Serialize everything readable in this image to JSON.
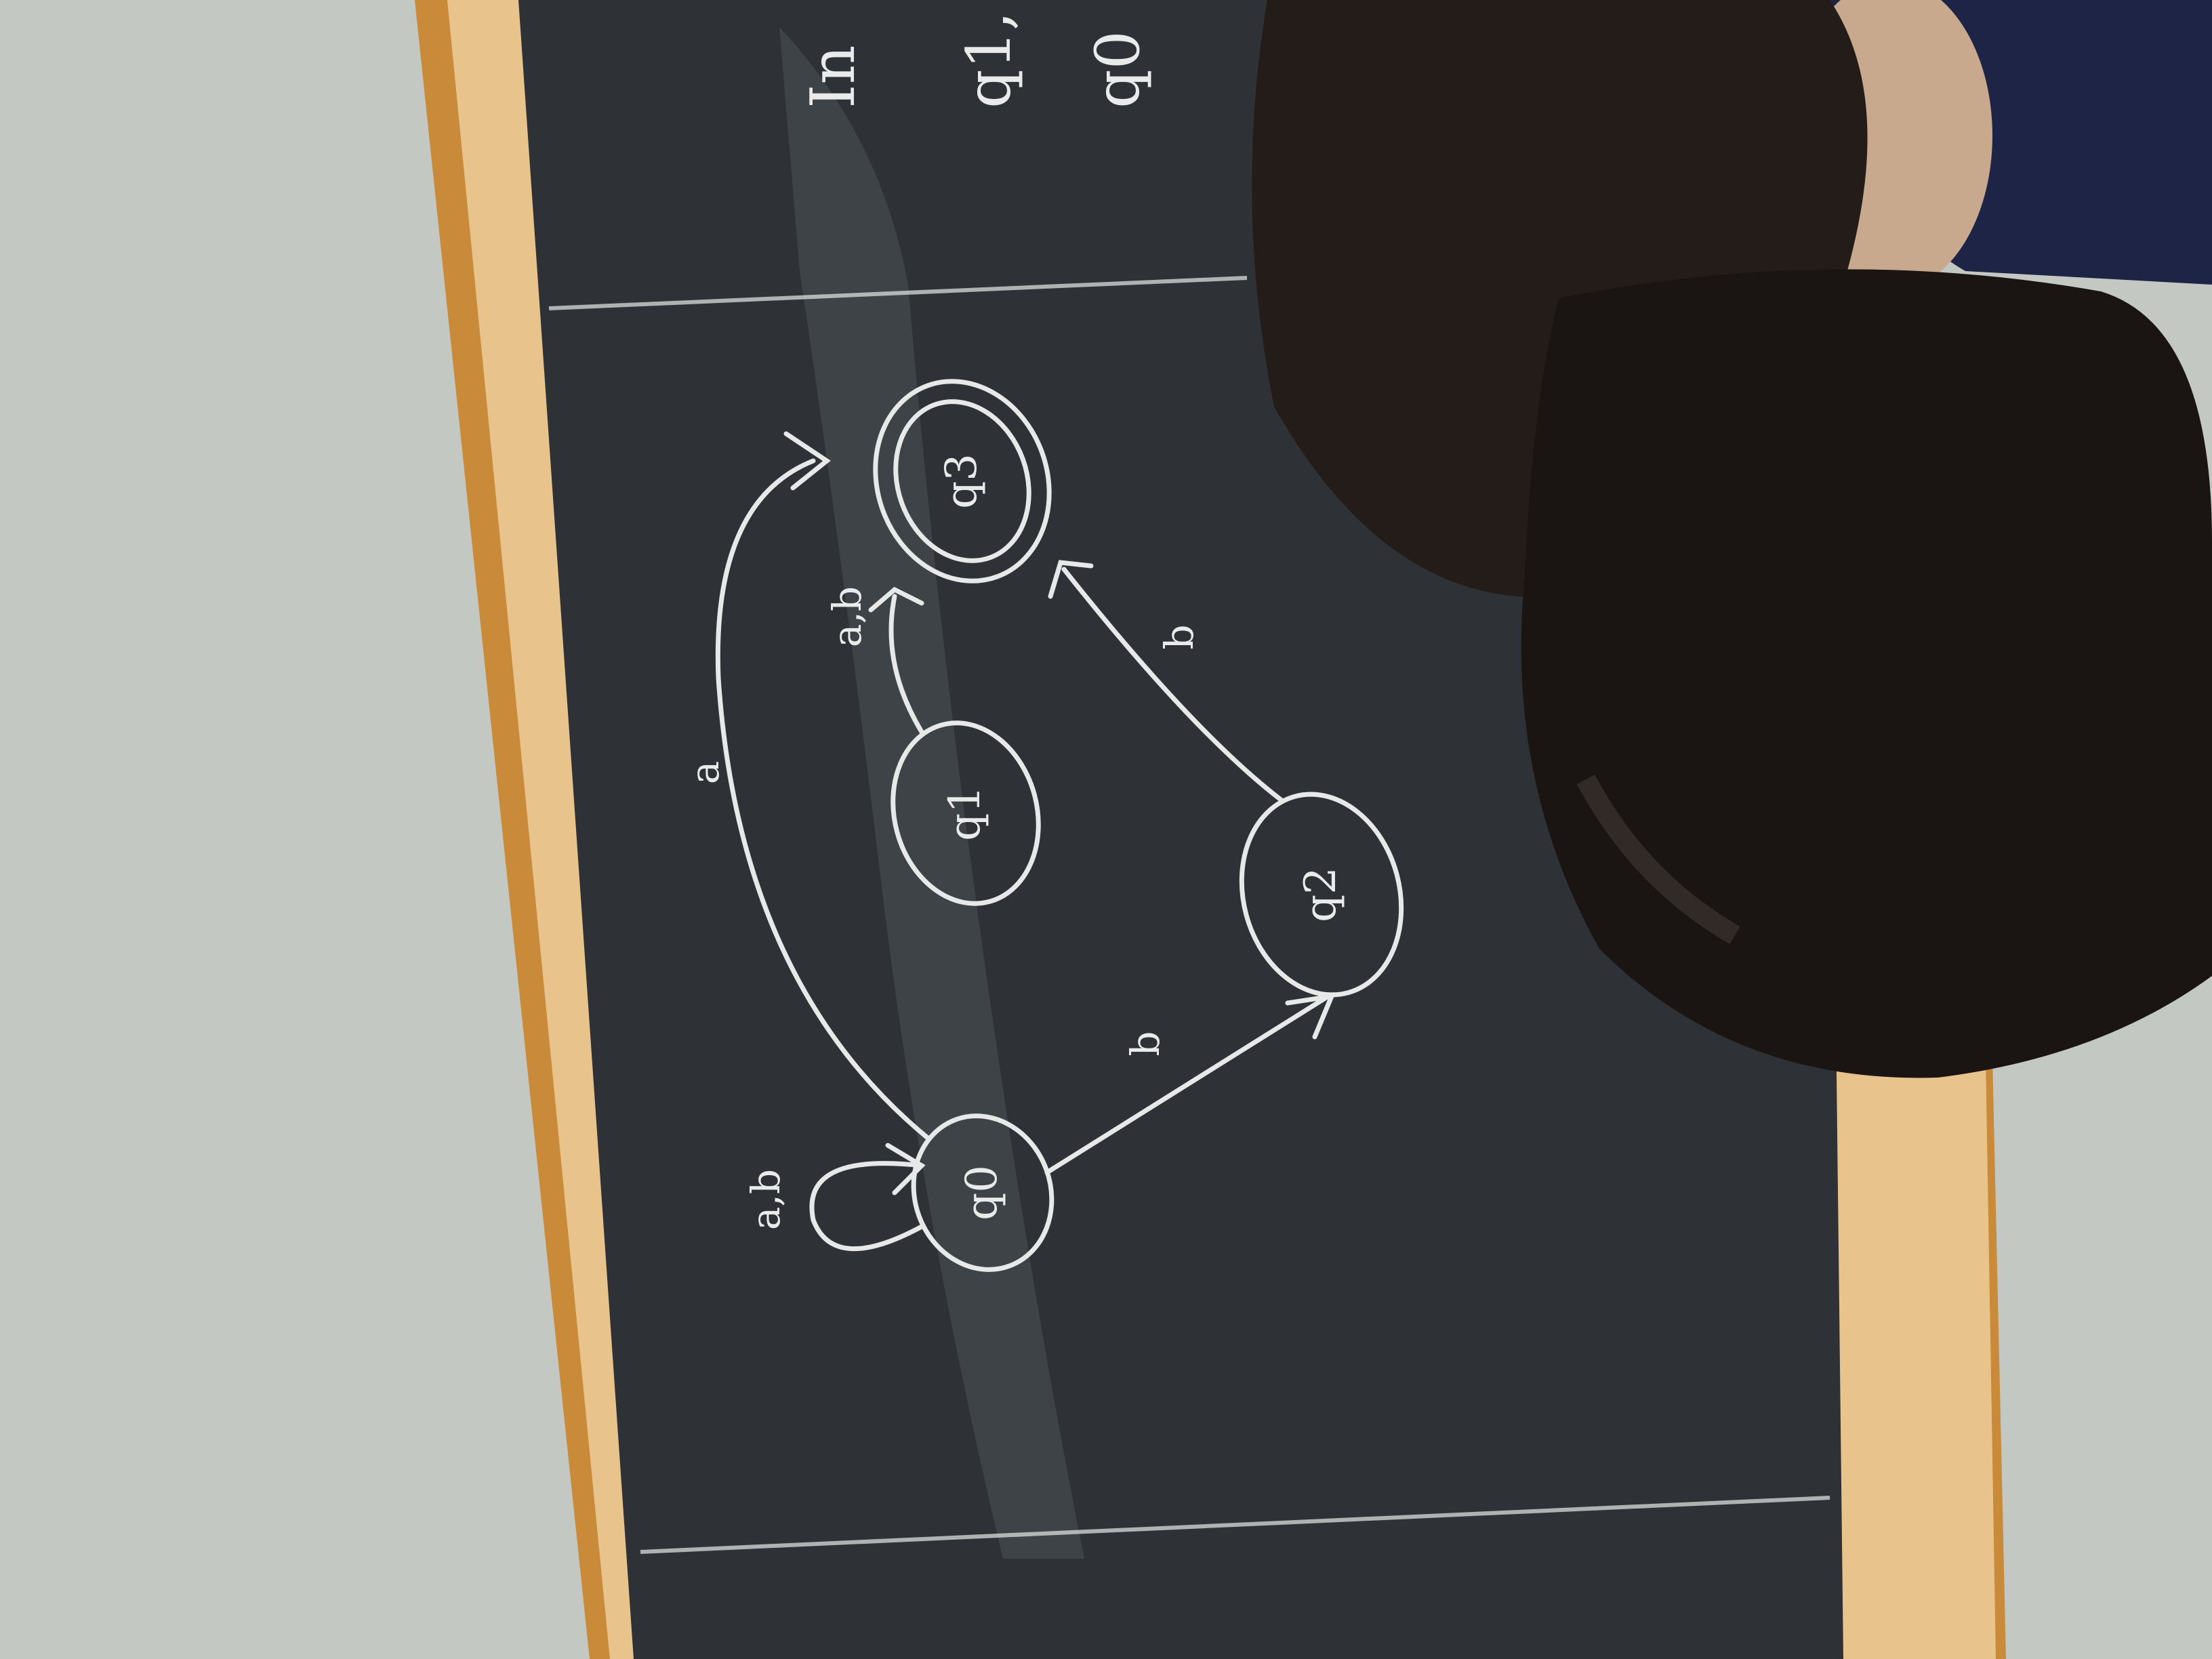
{
  "scene": {
    "description_free": true,
    "colors": {
      "wall": "#c4c8c3",
      "frame": "#c98a3a",
      "board": "#2d3135",
      "chalk": "#e6e9e7",
      "hair": "#1c1715",
      "shirt": "#1e2445"
    }
  },
  "diagram": {
    "states": [
      {
        "id": "q0",
        "label": "q0",
        "accepting": false
      },
      {
        "id": "q1",
        "label": "q1",
        "accepting": false
      },
      {
        "id": "q2",
        "label": "q2",
        "accepting": false
      },
      {
        "id": "q3",
        "label": "q3",
        "accepting": true
      }
    ],
    "transitions": [
      {
        "from": "q0",
        "to": "q0",
        "label": "a,b"
      },
      {
        "from": "q0",
        "to": "q3",
        "label": "a"
      },
      {
        "from": "q0",
        "to": "q2",
        "label": "b"
      },
      {
        "from": "q1",
        "to": "q3",
        "label": "a,b"
      },
      {
        "from": "q2",
        "to": "q3",
        "label": "b"
      }
    ]
  },
  "top_panel": {
    "lines": [
      "In",
      "q1,",
      "q0"
    ]
  }
}
